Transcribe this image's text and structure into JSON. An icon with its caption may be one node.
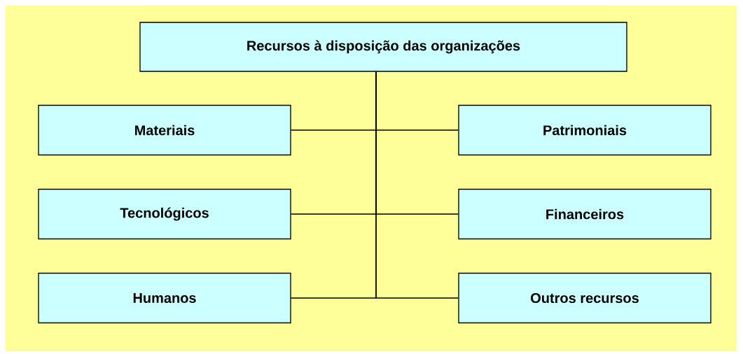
{
  "diagram": {
    "nodes": [
      {
        "text": [
          "Recursos à disposição das organizações"
        ]
      },
      {
        "text": [
          "Materiais"
        ]
      },
      {
        "text": [
          "Patrimoniais"
        ]
      },
      {
        "text": [
          "Tecnológicos"
        ]
      },
      {
        "text": [
          "Financeiros"
        ]
      },
      {
        "text": [
          "Humanos"
        ]
      },
      {
        "text": [
          "Outros recursos"
        ]
      }
    ],
    "edges": [
      {
        "from": 0,
        "to": 1,
        "arrow": "none"
      },
      {
        "from": 0,
        "to": 2,
        "arrow": "none"
      },
      {
        "from": 0,
        "to": 3,
        "arrow": "none"
      },
      {
        "from": 0,
        "to": 4,
        "arrow": "none"
      },
      {
        "from": 0,
        "to": 5,
        "arrow": "none"
      },
      {
        "from": 0,
        "to": 6,
        "arrow": "none"
      }
    ]
  }
}
